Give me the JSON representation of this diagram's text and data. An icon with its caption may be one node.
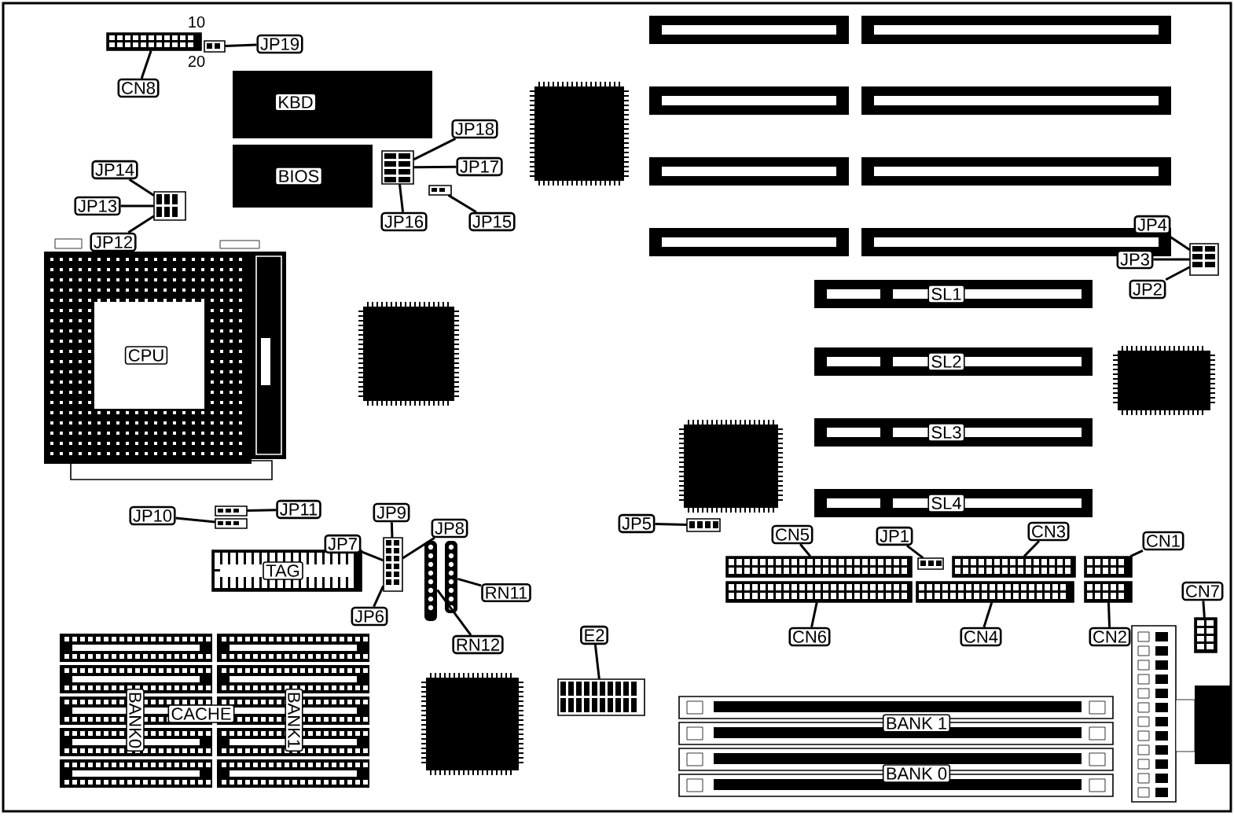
{
  "diagram": {
    "nodes": [
      {
        "text": [
          "JP19"
        ]
      },
      {
        "text": [
          "CN8"
        ]
      },
      {
        "text": [
          "KBD"
        ]
      },
      {
        "text": [
          "BIOS"
        ]
      },
      {
        "text": [
          "JP18"
        ]
      },
      {
        "text": [
          "JP17"
        ]
      },
      {
        "text": [
          "JP16"
        ]
      },
      {
        "text": [
          "JP15"
        ]
      },
      {
        "text": [
          "JP14"
        ]
      },
      {
        "text": [
          "JP13"
        ]
      },
      {
        "text": [
          "JP12"
        ]
      },
      {
        "text": [
          "CPU"
        ]
      },
      {
        "text": [
          "JP10"
        ]
      },
      {
        "text": [
          "JP11"
        ]
      },
      {
        "text": [
          "TAG"
        ]
      },
      {
        "text": [
          "JP9"
        ]
      },
      {
        "text": [
          "JP8"
        ]
      },
      {
        "text": [
          "JP7"
        ]
      },
      {
        "text": [
          "JP6"
        ]
      },
      {
        "text": [
          "RN11"
        ]
      },
      {
        "text": [
          "RN12"
        ]
      },
      {
        "text": [
          "BANK0"
        ]
      },
      {
        "text": [
          "CACHE"
        ]
      },
      {
        "text": [
          "BANK1"
        ]
      },
      {
        "text": [
          "E2"
        ]
      },
      {
        "text": [
          "JP5"
        ]
      },
      {
        "text": [
          "JP4"
        ]
      },
      {
        "text": [
          "JP3"
        ]
      },
      {
        "text": [
          "JP2"
        ]
      },
      {
        "text": [
          "SL1"
        ]
      },
      {
        "text": [
          "SL2"
        ]
      },
      {
        "text": [
          "SL3"
        ]
      },
      {
        "text": [
          "SL4"
        ]
      },
      {
        "text": [
          "CN5"
        ]
      },
      {
        "text": [
          "JP1"
        ]
      },
      {
        "text": [
          "CN3"
        ]
      },
      {
        "text": [
          "CN1"
        ]
      },
      {
        "text": [
          "CN6"
        ]
      },
      {
        "text": [
          "CN4"
        ]
      },
      {
        "text": [
          "CN2"
        ]
      },
      {
        "text": [
          "CN7"
        ]
      },
      {
        "text": [
          "BANK 1"
        ]
      },
      {
        "text": [
          "BANK 0"
        ]
      },
      {
        "text": [],
        "shape": "box"
      },
      {
        "text": [],
        "shape": "box"
      },
      {
        "text": [],
        "shape": "box"
      },
      {
        "text": [],
        "shape": "box"
      },
      {
        "text": [],
        "shape": "box"
      },
      {
        "text": [],
        "shape": "box"
      },
      {
        "text": [],
        "shape": "box"
      },
      {
        "text": [],
        "shape": "box"
      },
      {
        "text": [],
        "shape": "box"
      },
      {
        "text": [],
        "shape": "bar"
      },
      {
        "text": [],
        "shape": "bar"
      },
      {
        "text": [],
        "shape": "box"
      },
      {
        "text": [],
        "shape": "box"
      },
      {
        "text": [],
        "shape": "box"
      },
      {
        "text": [],
        "shape": "box"
      },
      {
        "text": [],
        "shape": "box"
      },
      {
        "text": [],
        "shape": "box"
      },
      {
        "text": [],
        "shape": "box"
      },
      {
        "text": [],
        "shape": "box"
      },
      {
        "text": [],
        "shape": "box"
      },
      {
        "text": [],
        "shape": "box"
      }
    ],
    "edges": [
      {
        "from": 0,
        "to": 44,
        "arrow": "none"
      },
      {
        "from": 1,
        "to": 43,
        "arrow": "none"
      },
      {
        "from": 4,
        "to": 45,
        "arrow": "none"
      },
      {
        "from": 5,
        "to": 45,
        "arrow": "none"
      },
      {
        "from": 6,
        "to": 45,
        "arrow": "none"
      },
      {
        "from": 7,
        "to": 46,
        "arrow": "none"
      },
      {
        "from": 8,
        "to": 47,
        "arrow": "none"
      },
      {
        "from": 9,
        "to": 47,
        "arrow": "none"
      },
      {
        "from": 10,
        "to": 47,
        "arrow": "none"
      },
      {
        "from": 13,
        "to": 49,
        "arrow": "none"
      },
      {
        "from": 12,
        "to": 50,
        "arrow": "none"
      },
      {
        "from": 15,
        "to": 54,
        "arrow": "none"
      },
      {
        "from": 16,
        "to": 54,
        "arrow": "none"
      },
      {
        "from": 17,
        "to": 54,
        "arrow": "none"
      },
      {
        "from": 18,
        "to": 54,
        "arrow": "none"
      },
      {
        "from": 19,
        "to": 53,
        "arrow": "none"
      },
      {
        "from": 20,
        "to": 52,
        "arrow": "none"
      },
      {
        "from": 24,
        "to": 63,
        "arrow": "none"
      },
      {
        "from": 25,
        "to": 51,
        "arrow": "none"
      },
      {
        "from": 26,
        "to": 48,
        "arrow": "none"
      },
      {
        "from": 27,
        "to": 48,
        "arrow": "none"
      },
      {
        "from": 28,
        "to": 48,
        "arrow": "none"
      },
      {
        "from": 33,
        "to": 55,
        "arrow": "none"
      },
      {
        "from": 34,
        "to": 56,
        "arrow": "none"
      },
      {
        "from": 35,
        "to": 57,
        "arrow": "none"
      },
      {
        "from": 36,
        "to": 58,
        "arrow": "none"
      },
      {
        "from": 37,
        "to": 59,
        "arrow": "none"
      },
      {
        "from": 38,
        "to": 60,
        "arrow": "none"
      },
      {
        "from": 39,
        "to": 61,
        "arrow": "none"
      },
      {
        "from": 40,
        "to": 62,
        "arrow": "none"
      }
    ],
    "labels": [
      "10",
      "20"
    ]
  }
}
